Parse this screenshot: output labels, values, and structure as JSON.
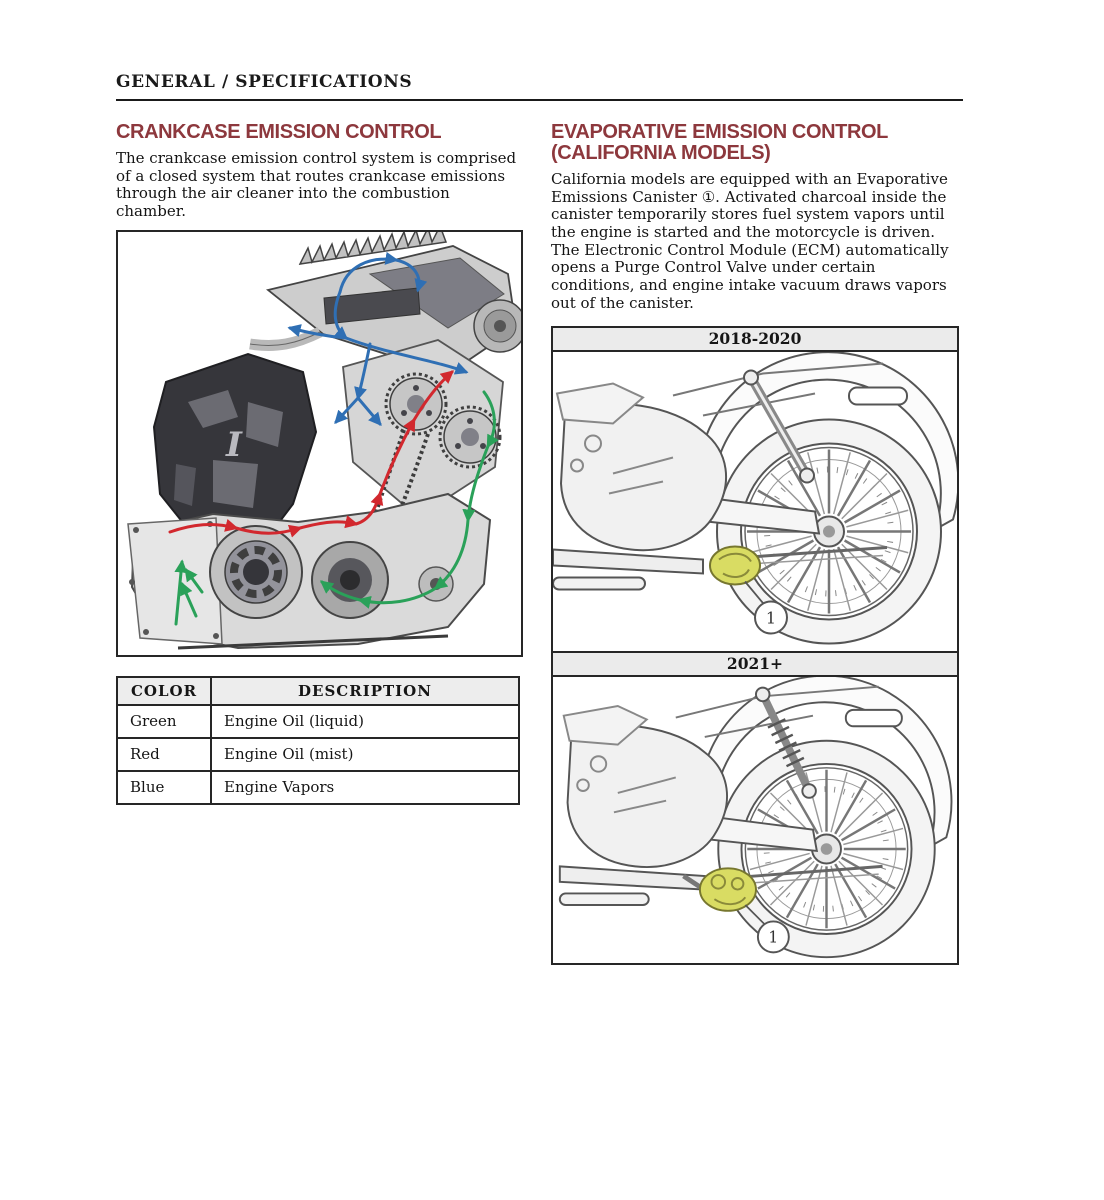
{
  "page": {
    "header": "GENERAL / SPECIFICATIONS"
  },
  "colors": {
    "heading_red": "#8d383d",
    "flow_blue": "#2f6fb4",
    "flow_red": "#d2282e",
    "flow_green": "#2aa159",
    "canister_highlight": "#d9dc63",
    "table_header_bg": "#ededed",
    "figure_label_bg": "#ebebeb"
  },
  "crankcase": {
    "heading": "CRANKCASE EMISSION CONTROL",
    "body": "The crankcase emission control system is comprised of a closed system that routes crankcase emissions through the air cleaner into the combustion chamber.",
    "figure": {
      "description": "engine-cutaway-emission-flow-diagram",
      "logo": "I"
    },
    "table": {
      "headers": [
        "COLOR",
        "DESCRIPTION"
      ],
      "rows": [
        {
          "color": "Green",
          "description": "Engine Oil (liquid)"
        },
        {
          "color": "Red",
          "description": "Engine Oil (mist)"
        },
        {
          "color": "Blue",
          "description": "Engine Vapors"
        }
      ]
    }
  },
  "evap": {
    "heading_lines": [
      "EVAPORATIVE EMISSION CONTROL",
      "(CALIFORNIA MODELS)"
    ],
    "body": "California models are equipped with an Evaporative Emissions Canister ①. Activated charcoal inside the canister temporarily stores fuel system vapors until the engine is started and the motorcycle is driven. The Electronic Control Module (ECM) automatically opens a Purge Control Valve under certain conditions, and engine intake vacuum draws vapors out of the canister.",
    "figures": [
      {
        "label": "2018-2020",
        "callout": "1"
      },
      {
        "label": "2021+",
        "callout": "1"
      }
    ]
  }
}
